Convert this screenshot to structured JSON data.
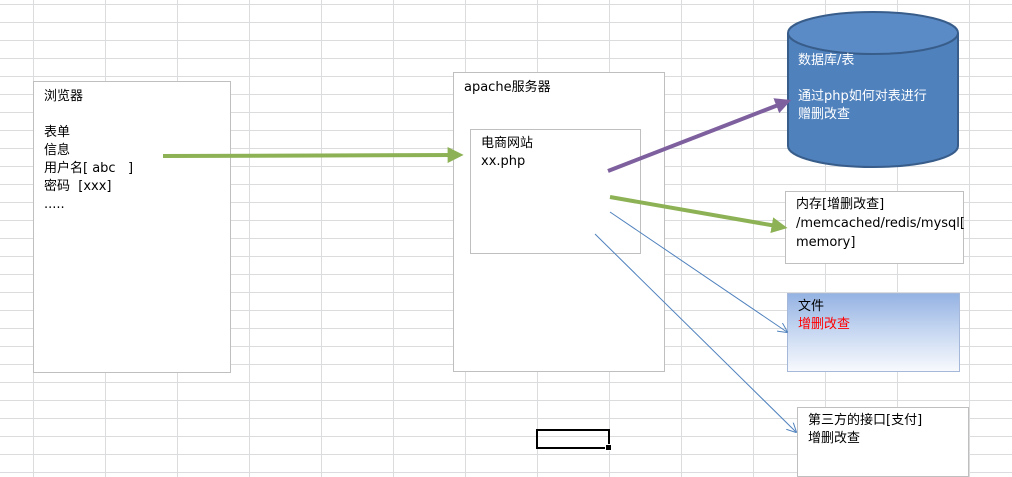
{
  "browser": {
    "title": "浏览器",
    "lines": [
      "表单",
      "信息",
      "用户名[ abc   ]",
      "密码  [xxx]",
      "....."
    ]
  },
  "apache": {
    "title": "apache服务器"
  },
  "site": {
    "title": "电商网站",
    "file": "xx.php"
  },
  "database": {
    "title": "数据库/表",
    "desc_line1": "通过php如何对表进行",
    "desc_line2": "赠删改查"
  },
  "memory": {
    "line1": "内存[增删改查]",
    "line2": "/memcached/redis/mysql[",
    "line3": "memory]"
  },
  "file": {
    "title": "文件",
    "action": "增删改查"
  },
  "thirdparty": {
    "title": "第三方的接口[支付]",
    "action": "增删改查"
  },
  "colors": {
    "green_arrow": "#8db255",
    "purple_arrow": "#7f609f",
    "blue_arrow": "#4f81bd",
    "db_fill": "#4f81bd",
    "db_stroke": "#385d8a",
    "red_text": "#ff0000"
  }
}
